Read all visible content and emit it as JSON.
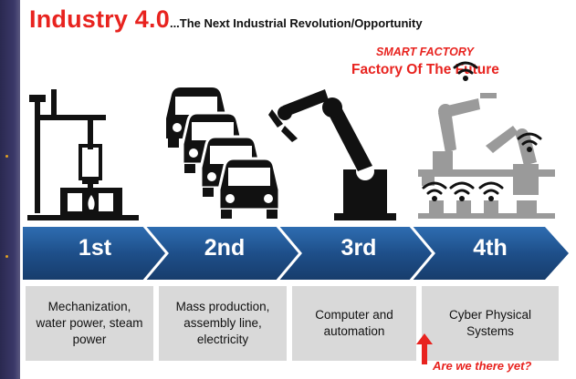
{
  "title": {
    "main": "Industry 4.0",
    "sub": "...The Next Industrial Revolution/Opportunity"
  },
  "banner": {
    "smart": "SMART FACTORY",
    "future": "Factory Of The Future"
  },
  "stages": [
    {
      "label": "1st",
      "description": "Mechanization,\nwater power, steam\npower",
      "icon": "steam-engine-icon"
    },
    {
      "label": "2nd",
      "description": "Mass production,\nassembly line,\nelectricity",
      "icon": "car-assembly-icon"
    },
    {
      "label": "3rd",
      "description": "Computer and\nautomation",
      "icon": "robot-arm-icon"
    },
    {
      "label": "4th",
      "description": "Cyber Physical\nSystems",
      "icon": "connected-robots-icon"
    }
  ],
  "callout": "Are we there yet?",
  "colors": {
    "accent": "#e8231f",
    "arrow": "#1e4f8a",
    "box": "#d9d9d9"
  }
}
